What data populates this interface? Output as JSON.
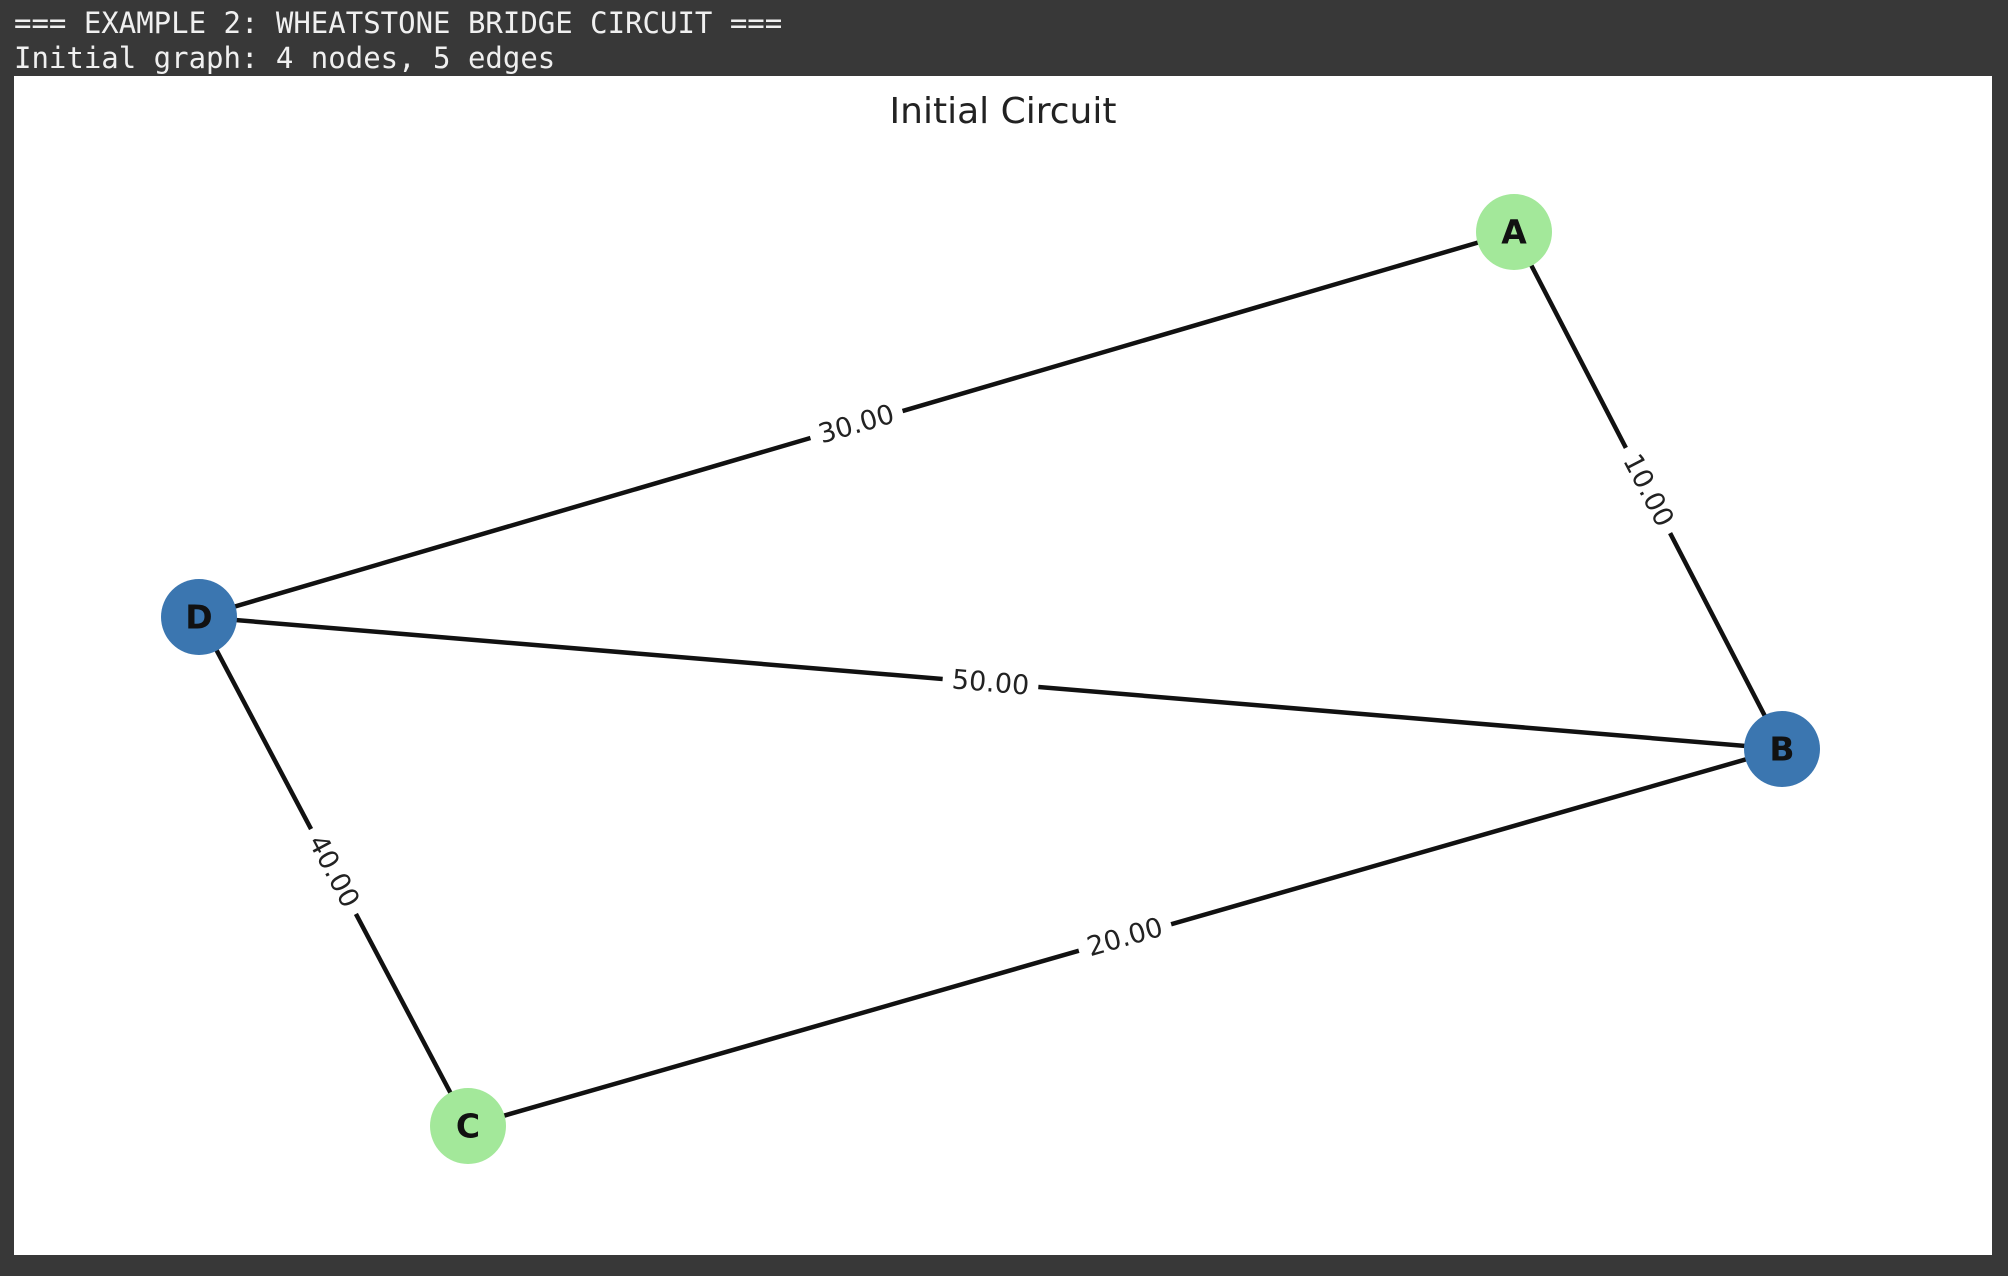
{
  "console": {
    "line1": "=== EXAMPLE 2: WHEATSTONE BRIDGE CIRCUIT ===",
    "line2": "Initial graph: 4 nodes, 5 edges"
  },
  "figure": {
    "title": "Initial Circuit"
  },
  "colors": {
    "console_bg": "#383838",
    "figure_bg": "#ffffff",
    "node_green": "#a3e89a",
    "node_blue": "#3b76b0",
    "edge": "#111111"
  },
  "graph": {
    "nodes": [
      {
        "id": "A",
        "label": "A",
        "color": "green"
      },
      {
        "id": "B",
        "label": "B",
        "color": "blue"
      },
      {
        "id": "C",
        "label": "C",
        "color": "green"
      },
      {
        "id": "D",
        "label": "D",
        "color": "blue"
      }
    ],
    "edges": [
      {
        "source": "D",
        "target": "A",
        "label": "30.00"
      },
      {
        "source": "A",
        "target": "B",
        "label": "10.00"
      },
      {
        "source": "D",
        "target": "B",
        "label": "50.00"
      },
      {
        "source": "D",
        "target": "C",
        "label": "40.00"
      },
      {
        "source": "C",
        "target": "B",
        "label": "20.00"
      }
    ]
  }
}
